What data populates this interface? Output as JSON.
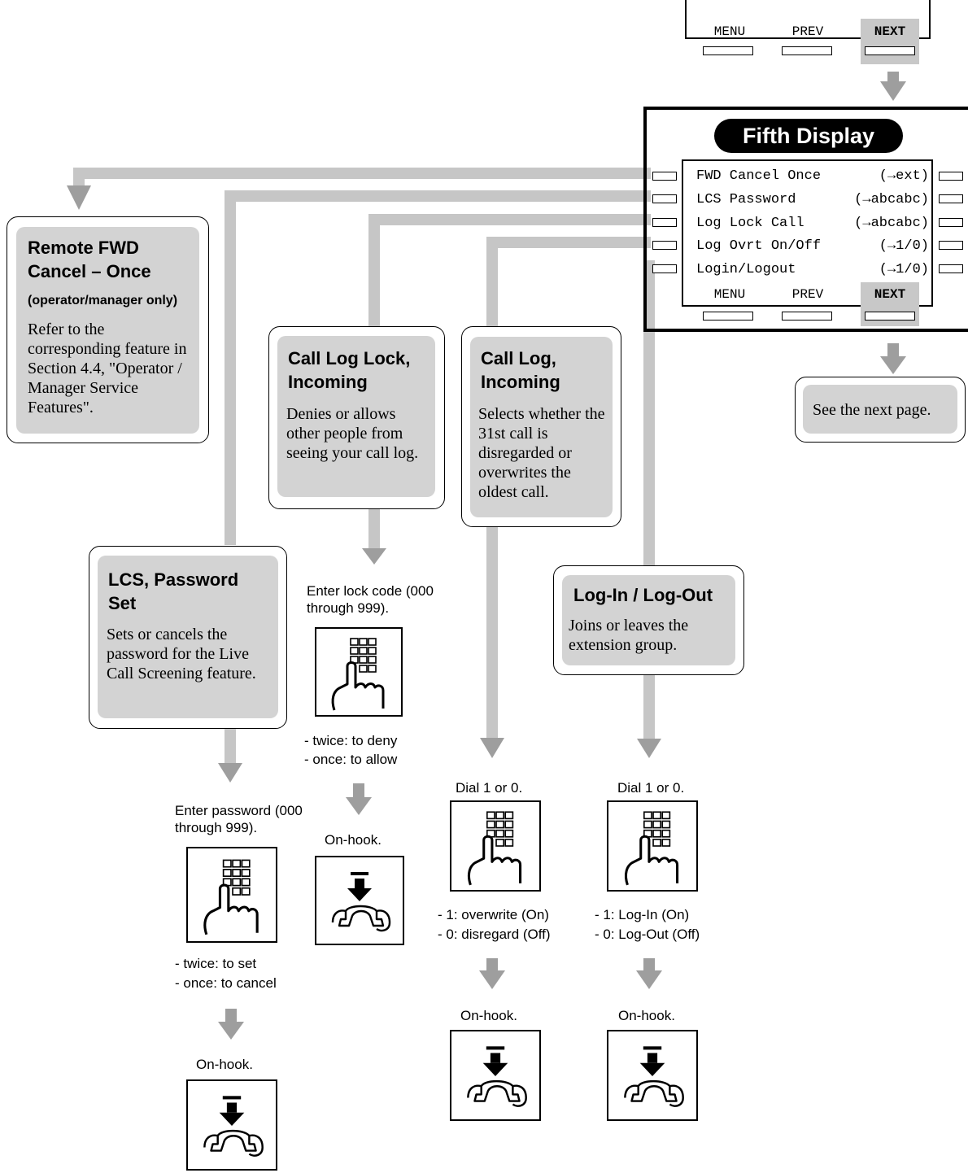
{
  "top_display": {
    "menu": "MENU",
    "prev": "PREV",
    "next": "NEXT"
  },
  "fifth_display": {
    "title": "Fifth Display",
    "items": [
      {
        "label": "FWD Cancel Once",
        "value": "(→ext)"
      },
      {
        "label": "LCS Password",
        "value": "(→abcabc)"
      },
      {
        "label": "Log Lock Call",
        "value": "(→abcabc)"
      },
      {
        "label": "Log Ovrt On/Off",
        "value": "(→1/0)"
      },
      {
        "label": "Login/Logout",
        "value": "(→1/0)"
      }
    ],
    "menu": "MENU",
    "prev": "PREV",
    "next": "NEXT"
  },
  "next_page_note": "See the next page.",
  "features": {
    "remote_fwd": {
      "title": "Remote FWD Cancel – Once",
      "subtitle": "(operator/manager only)",
      "description": "Refer to the corresponding feature in Section 4.4, \"Operator / Manager Service Features\"."
    },
    "call_log_lock": {
      "title": "Call Log Lock, Incoming",
      "description": "Denies or allows other people from seeing your call log."
    },
    "call_log": {
      "title": "Call Log, Incoming",
      "description": "Selects whether the 31st call is disregarded or overwrites the oldest call."
    },
    "lcs_password": {
      "title": "LCS, Password Set",
      "description": "Sets or cancels the password for the Live Call Screening feature."
    },
    "login_logout": {
      "title": "Log-In / Log-Out",
      "description": "Joins or leaves the extension group."
    }
  },
  "steps": {
    "lock_enter": "Enter lock code (000 through 999).",
    "lock_options": [
      "- twice: to deny",
      "- once: to allow"
    ],
    "lock_onhook": "On-hook.",
    "lcs_enter": "Enter password (000 through 999).",
    "lcs_options": [
      "- twice: to set",
      "- once: to cancel"
    ],
    "lcs_onhook": "On-hook.",
    "log_dial": "Dial 1 or 0.",
    "log_options": [
      "- 1: overwrite (On)",
      "- 0: disregard (Off)"
    ],
    "log_onhook": "On-hook.",
    "login_dial": "Dial 1 or 0.",
    "login_options": [
      "- 1: Log-In (On)",
      "- 0: Log-Out (Off)"
    ],
    "login_onhook": "On-hook."
  },
  "icons": {
    "keypad": "keypad-press-icon",
    "onhook": "on-hook-icon"
  },
  "colors": {
    "connector": "#c6c6c6",
    "arrow": "#9e9e9e",
    "box_fill": "#d3d3d3",
    "highlight": "#c8c8c8"
  }
}
